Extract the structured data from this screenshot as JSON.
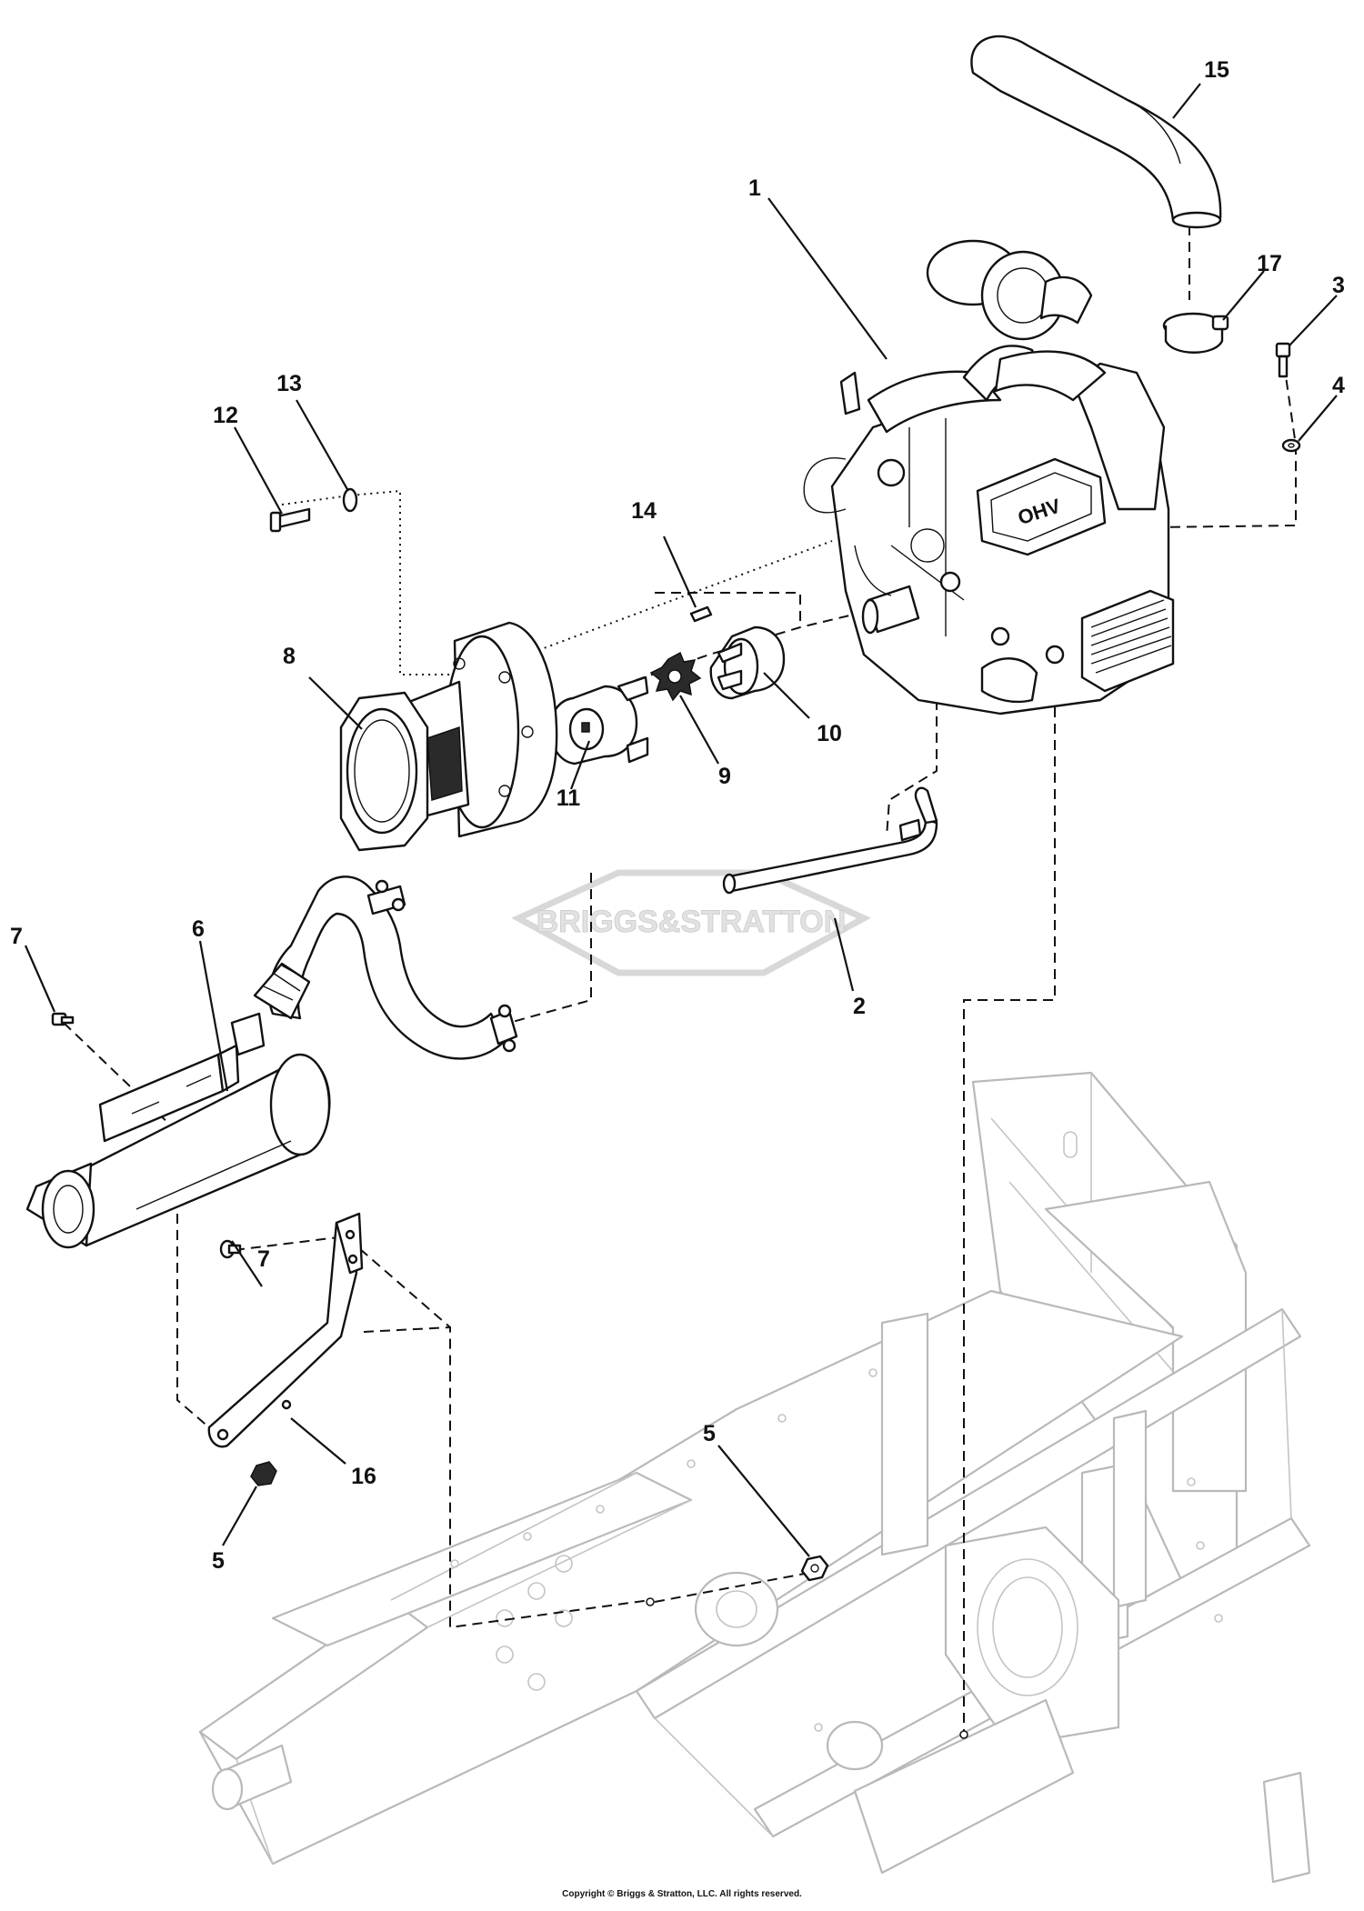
{
  "watermark": {
    "text": "BRIGGS&STRATTON"
  },
  "copyright": "Copyright © Briggs & Stratton, LLC. All rights reserved.",
  "callouts": [
    {
      "id": "c1",
      "label": "1"
    },
    {
      "id": "c2",
      "label": "2"
    },
    {
      "id": "c3",
      "label": "3"
    },
    {
      "id": "c4",
      "label": "4"
    },
    {
      "id": "c5a",
      "label": "5"
    },
    {
      "id": "c5b",
      "label": "5"
    },
    {
      "id": "c6",
      "label": "6"
    },
    {
      "id": "c7a",
      "label": "7"
    },
    {
      "id": "c7b",
      "label": "7"
    },
    {
      "id": "c8",
      "label": "8"
    },
    {
      "id": "c9",
      "label": "9"
    },
    {
      "id": "c10",
      "label": "10"
    },
    {
      "id": "c11",
      "label": "11"
    },
    {
      "id": "c12",
      "label": "12"
    },
    {
      "id": "c13",
      "label": "13"
    },
    {
      "id": "c14",
      "label": "14"
    },
    {
      "id": "c15",
      "label": "15"
    },
    {
      "id": "c16",
      "label": "16"
    },
    {
      "id": "c17",
      "label": "17"
    }
  ]
}
